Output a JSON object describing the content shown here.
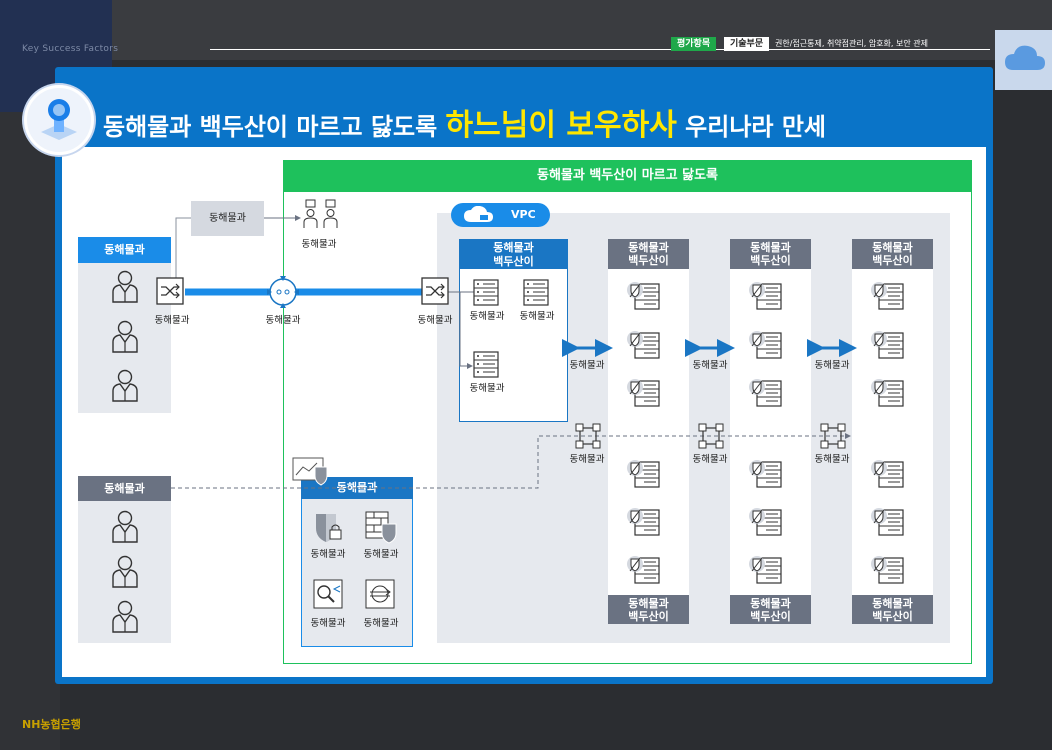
{
  "header": {
    "subtitle": "Key Success  Factors",
    "tag1": "평가항목",
    "tag2": "기술부문",
    "tag_desc": "권한/접근통제,  취약점관리,  암호화,  보안 관제",
    "brand": "NH농협은행"
  },
  "title": {
    "part1": "동해물과 백두산이 마르고 닳도록",
    "highlight": "하느님이 보우하사",
    "part2": "우리나라 만세"
  },
  "diagram": {
    "green_title": "동해물과 백두산이 마르고 닳도록",
    "vpc_label": "VPC",
    "users_top_title": "동해물과",
    "users_bottom_title": "동해물과",
    "gray_box_label": "동해물과",
    "admin_label": "동해물과",
    "switch1_label": "동해물과",
    "router_label": "동해물과",
    "switch2_label": "동해물과",
    "web_box_title": "동해물과\n백두산이",
    "web_servers": [
      "동해물과",
      "동해물과",
      "동해물과"
    ],
    "col_titles": [
      "동해물과\n백두산이",
      "동해물과\n백두산이",
      "동해물과\n백두산이"
    ],
    "col_bottoms": [
      "동해물과\n백두산이",
      "동해물과\n백두산이",
      "동해물과\n백두산이"
    ],
    "arrow_labels": [
      "동해물과",
      "동해물과",
      "동해물과"
    ],
    "node_labels": [
      "동해물과",
      "동해물과",
      "동해물과"
    ],
    "security_title": "동해물과",
    "security_items": [
      "동해물과",
      "동해물과",
      "동해물과",
      "동해물과"
    ]
  },
  "colors": {
    "frame_blue": "#0a74c8",
    "green": "#1ec15c",
    "highlight_yellow": "#ffe600",
    "column_head": "#6a7282"
  }
}
